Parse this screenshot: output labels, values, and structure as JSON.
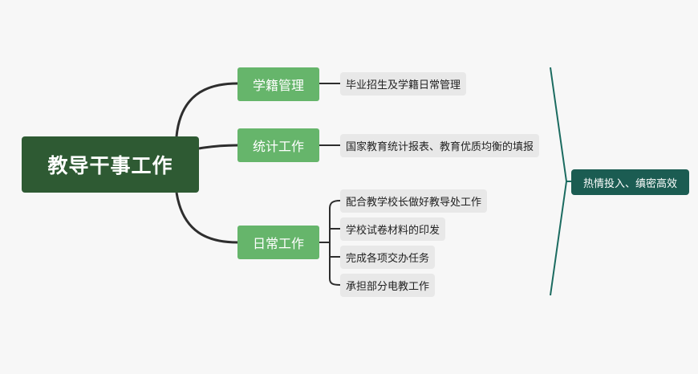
{
  "root": {
    "label": "教导干事工作"
  },
  "branches": [
    {
      "label": "学籍管理",
      "items": [
        "毕业招生及学籍日常管理"
      ]
    },
    {
      "label": "统计工作",
      "items": [
        "国家教育统计报表、教育优质均衡的填报"
      ]
    },
    {
      "label": "日常工作",
      "items": [
        "配合教学校长做好教导处工作",
        "学校试卷材料的印发",
        "完成各项交办任务",
        "承担部分电教工作"
      ]
    }
  ],
  "summary": {
    "label": "热情投入、缜密高效"
  },
  "colors": {
    "root": "#2e5a33",
    "branch": "#66b56b",
    "leaf": "#e8e8e8",
    "summary": "#1b5c52",
    "connector": "#2e2e2e",
    "bracket": "#1b6b60"
  }
}
